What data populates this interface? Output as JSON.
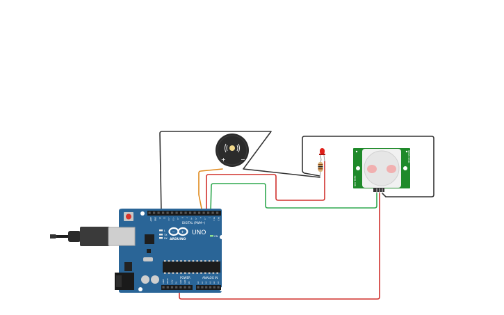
{
  "arduino": {
    "model": "UNO",
    "brand": "ARDUINO",
    "digital_header_label": "DIGITAL (PWM~)",
    "power_label": "POWER",
    "analog_label": "ANALOG IN",
    "on_led_label": "ON",
    "tx_label": "TX",
    "rx_label": "RX",
    "led_l_label": "L",
    "digital_pins": [
      "AREF",
      "GND",
      "13",
      "12",
      "~11",
      "~10",
      "~9",
      "8",
      "7",
      "~6",
      "~5",
      "4",
      "~3",
      "2",
      "TX 1",
      "RX 0"
    ],
    "power_pins": [
      "IOREF",
      "RESET",
      "3.3V",
      "5V",
      "GND",
      "GND",
      "Vin"
    ],
    "analog_pins": [
      "A0",
      "A1",
      "A2",
      "A3",
      "A4",
      "A5"
    ]
  },
  "buzzer": {
    "plus_label": "+",
    "minus_label": "−"
  },
  "pir_sensor": {
    "left_label": "SIG  TIME",
    "right_label": "SENS  GND"
  },
  "colors": {
    "board": "#2a6597",
    "board_dark": "#1f4f78",
    "wire_black": "#333333",
    "wire_red": "#d0302c",
    "wire_green": "#2fa84f",
    "wire_orange": "#e08a1e",
    "pir_pcb": "#1f8a2a",
    "led_red": "#e0201a"
  }
}
